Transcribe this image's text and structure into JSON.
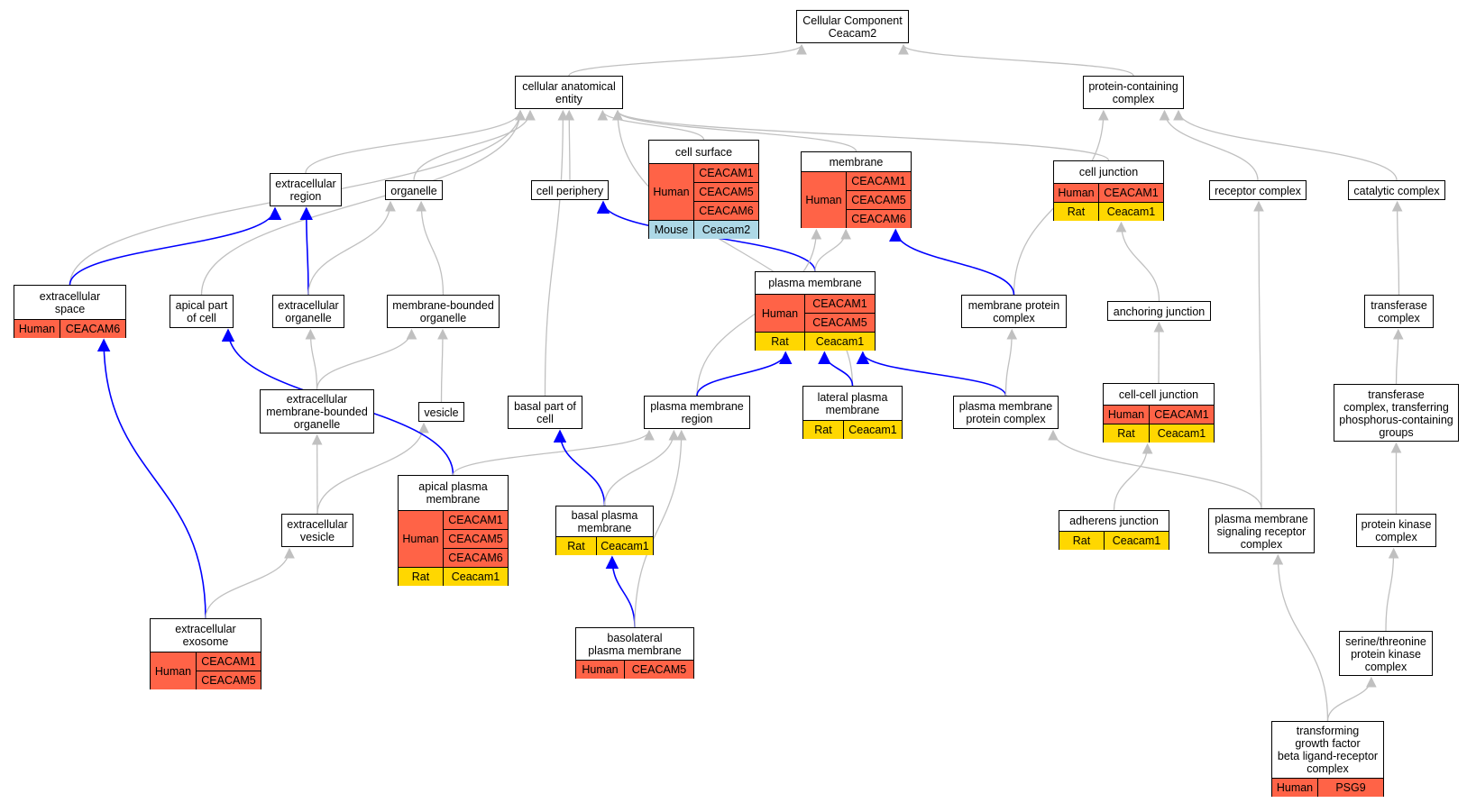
{
  "colors": {
    "human": "#ff6347",
    "rat": "#ffd700",
    "mouse": "#add8e6",
    "edge_is_a": "#c0c0c0",
    "edge_part_of": "#0000ff"
  },
  "nodes": {
    "cellular_component": {
      "title": "Cellular Component\nCeacam2"
    },
    "cellular_anatomical_entity": {
      "title": "cellular anatomical\nentity"
    },
    "protein_containing_complex": {
      "title": "protein-containing\ncomplex"
    },
    "cell_surface": {
      "title": "cell surface",
      "annotations": [
        {
          "species": "Human",
          "genes": [
            "CEACAM1",
            "CEACAM5",
            "CEACAM6"
          ]
        },
        {
          "species": "Mouse",
          "genes": [
            "Ceacam2"
          ]
        }
      ]
    },
    "membrane": {
      "title": "membrane",
      "annotations": [
        {
          "species": "Human",
          "genes": [
            "CEACAM1",
            "CEACAM5",
            "CEACAM6"
          ]
        }
      ]
    },
    "cell_junction": {
      "title": "cell junction",
      "annotations": [
        {
          "species": "Human",
          "genes": [
            "CEACAM1"
          ]
        },
        {
          "species": "Rat",
          "genes": [
            "Ceacam1"
          ]
        }
      ]
    },
    "extracellular_region": {
      "title": "extracellular\nregion"
    },
    "organelle": {
      "title": "organelle"
    },
    "cell_periphery": {
      "title": "cell periphery"
    },
    "receptor_complex": {
      "title": "receptor complex"
    },
    "catalytic_complex": {
      "title": "catalytic complex"
    },
    "extracellular_space": {
      "title": "extracellular\nspace",
      "annotations": [
        {
          "species": "Human",
          "genes": [
            "CEACAM6"
          ]
        }
      ]
    },
    "apical_part_of_cell": {
      "title": "apical part\nof cell"
    },
    "extracellular_organelle": {
      "title": "extracellular\norganelle"
    },
    "membrane_bounded_organelle": {
      "title": "membrane-bounded\norganelle"
    },
    "plasma_membrane": {
      "title": "plasma membrane",
      "annotations": [
        {
          "species": "Human",
          "genes": [
            "CEACAM1",
            "CEACAM5"
          ]
        },
        {
          "species": "Rat",
          "genes": [
            "Ceacam1"
          ]
        }
      ]
    },
    "membrane_protein_complex": {
      "title": "membrane protein\ncomplex"
    },
    "anchoring_junction": {
      "title": "anchoring junction"
    },
    "transferase_complex": {
      "title": "transferase\ncomplex"
    },
    "extracellular_membrane_bounded_organelle": {
      "title": "extracellular\nmembrane-bounded\norganelle"
    },
    "vesicle": {
      "title": "vesicle"
    },
    "basal_part_of_cell": {
      "title": "basal part of\ncell"
    },
    "plasma_membrane_region": {
      "title": "plasma membrane\nregion"
    },
    "lateral_plasma_membrane": {
      "title": "lateral plasma\nmembrane",
      "annotations": [
        {
          "species": "Rat",
          "genes": [
            "Ceacam1"
          ]
        }
      ]
    },
    "plasma_membrane_protein_complex": {
      "title": "plasma membrane\nprotein complex"
    },
    "cell_cell_junction": {
      "title": "cell-cell junction",
      "annotations": [
        {
          "species": "Human",
          "genes": [
            "CEACAM1"
          ]
        },
        {
          "species": "Rat",
          "genes": [
            "Ceacam1"
          ]
        }
      ]
    },
    "transferase_complex_phospho": {
      "title": "transferase\ncomplex, transferring\nphosphorus-containing\ngroups"
    },
    "apical_plasma_membrane": {
      "title": "apical plasma\nmembrane",
      "annotations": [
        {
          "species": "Human",
          "genes": [
            "CEACAM1",
            "CEACAM5",
            "CEACAM6"
          ]
        },
        {
          "species": "Rat",
          "genes": [
            "Ceacam1"
          ]
        }
      ]
    },
    "extracellular_vesicle": {
      "title": "extracellular\nvesicle"
    },
    "basal_plasma_membrane": {
      "title": "basal plasma\nmembrane",
      "annotations": [
        {
          "species": "Rat",
          "genes": [
            "Ceacam1"
          ]
        }
      ]
    },
    "adherens_junction": {
      "title": "adherens junction",
      "annotations": [
        {
          "species": "Rat",
          "genes": [
            "Ceacam1"
          ]
        }
      ]
    },
    "pm_signaling_receptor_complex": {
      "title": "plasma membrane\nsignaling receptor\ncomplex"
    },
    "protein_kinase_complex": {
      "title": "protein kinase\ncomplex"
    },
    "extracellular_exosome": {
      "title": "extracellular\nexosome",
      "annotations": [
        {
          "species": "Human",
          "genes": [
            "CEACAM1",
            "CEACAM5"
          ]
        }
      ]
    },
    "basolateral_plasma_membrane": {
      "title": "basolateral\nplasma membrane",
      "annotations": [
        {
          "species": "Human",
          "genes": [
            "CEACAM5"
          ]
        }
      ]
    },
    "ser_thr_protein_kinase_complex": {
      "title": "serine/threonine\nprotein kinase\ncomplex"
    },
    "tgf_beta_receptor_complex": {
      "title": "transforming\ngrowth factor\nbeta ligand-receptor\ncomplex",
      "annotations": [
        {
          "species": "Human",
          "genes": [
            "PSG9"
          ]
        }
      ]
    }
  },
  "edges": [
    {
      "from": "cellular_anatomical_entity",
      "to": "cellular_component",
      "type": "is_a"
    },
    {
      "from": "protein_containing_complex",
      "to": "cellular_component",
      "type": "is_a"
    },
    {
      "from": "extracellular_space",
      "to": "cellular_anatomical_entity",
      "type": "is_a"
    },
    {
      "from": "extracellular_region",
      "to": "cellular_anatomical_entity",
      "type": "is_a"
    },
    {
      "from": "apical_part_of_cell",
      "to": "cellular_anatomical_entity",
      "type": "is_a"
    },
    {
      "from": "organelle",
      "to": "cellular_anatomical_entity",
      "type": "is_a"
    },
    {
      "from": "basal_part_of_cell",
      "to": "cellular_anatomical_entity",
      "type": "is_a"
    },
    {
      "from": "cell_periphery",
      "to": "cellular_anatomical_entity",
      "type": "is_a"
    },
    {
      "from": "cell_surface",
      "to": "cellular_anatomical_entity",
      "type": "is_a"
    },
    {
      "from": "membrane",
      "to": "cellular_anatomical_entity",
      "type": "is_a"
    },
    {
      "from": "lateral_plasma_membrane",
      "to": "cellular_anatomical_entity",
      "type": "is_a"
    },
    {
      "from": "cell_junction",
      "to": "cellular_anatomical_entity",
      "type": "is_a"
    },
    {
      "from": "membrane_protein_complex",
      "to": "protein_containing_complex",
      "type": "is_a"
    },
    {
      "from": "receptor_complex",
      "to": "protein_containing_complex",
      "type": "is_a"
    },
    {
      "from": "catalytic_complex",
      "to": "protein_containing_complex",
      "type": "is_a"
    },
    {
      "from": "extracellular_space",
      "to": "extracellular_region",
      "type": "part_of"
    },
    {
      "from": "extracellular_organelle",
      "to": "extracellular_region",
      "type": "part_of"
    },
    {
      "from": "extracellular_organelle",
      "to": "organelle",
      "type": "is_a"
    },
    {
      "from": "membrane_bounded_organelle",
      "to": "organelle",
      "type": "is_a"
    },
    {
      "from": "plasma_membrane",
      "to": "cell_periphery",
      "type": "part_of"
    },
    {
      "from": "plasma_membrane",
      "to": "membrane",
      "type": "is_a"
    },
    {
      "from": "membrane_protein_complex",
      "to": "membrane",
      "type": "part_of"
    },
    {
      "from": "plasma_membrane_region",
      "to": "membrane",
      "type": "is_a"
    },
    {
      "from": "anchoring_junction",
      "to": "cell_junction",
      "type": "is_a"
    },
    {
      "from": "transferase_complex",
      "to": "catalytic_complex",
      "type": "is_a"
    },
    {
      "from": "pm_signaling_receptor_complex",
      "to": "receptor_complex",
      "type": "is_a"
    },
    {
      "from": "extracellular_membrane_bounded_organelle",
      "to": "extracellular_organelle",
      "type": "is_a"
    },
    {
      "from": "extracellular_membrane_bounded_organelle",
      "to": "membrane_bounded_organelle",
      "type": "is_a"
    },
    {
      "from": "vesicle",
      "to": "membrane_bounded_organelle",
      "type": "is_a"
    },
    {
      "from": "plasma_membrane_region",
      "to": "plasma_membrane",
      "type": "part_of"
    },
    {
      "from": "lateral_plasma_membrane",
      "to": "plasma_membrane",
      "type": "part_of"
    },
    {
      "from": "plasma_membrane_protein_complex",
      "to": "plasma_membrane",
      "type": "part_of"
    },
    {
      "from": "plasma_membrane_protein_complex",
      "to": "membrane_protein_complex",
      "type": "is_a"
    },
    {
      "from": "cell_cell_junction",
      "to": "anchoring_junction",
      "type": "is_a"
    },
    {
      "from": "transferase_complex_phospho",
      "to": "transferase_complex",
      "type": "is_a"
    },
    {
      "from": "extracellular_vesicle",
      "to": "extracellular_membrane_bounded_organelle",
      "type": "is_a"
    },
    {
      "from": "extracellular_vesicle",
      "to": "vesicle",
      "type": "is_a"
    },
    {
      "from": "apical_plasma_membrane",
      "to": "apical_part_of_cell",
      "type": "part_of"
    },
    {
      "from": "apical_plasma_membrane",
      "to": "plasma_membrane_region",
      "type": "is_a"
    },
    {
      "from": "basal_plasma_membrane",
      "to": "basal_part_of_cell",
      "type": "part_of"
    },
    {
      "from": "basal_plasma_membrane",
      "to": "plasma_membrane_region",
      "type": "is_a"
    },
    {
      "from": "adherens_junction",
      "to": "cell_cell_junction",
      "type": "is_a"
    },
    {
      "from": "pm_signaling_receptor_complex",
      "to": "plasma_membrane_protein_complex",
      "type": "is_a"
    },
    {
      "from": "protein_kinase_complex",
      "to": "transferase_complex_phospho",
      "type": "is_a"
    },
    {
      "from": "extracellular_exosome",
      "to": "extracellular_space",
      "type": "part_of"
    },
    {
      "from": "extracellular_exosome",
      "to": "extracellular_vesicle",
      "type": "is_a"
    },
    {
      "from": "basolateral_plasma_membrane",
      "to": "basal_plasma_membrane",
      "type": "part_of"
    },
    {
      "from": "basolateral_plasma_membrane",
      "to": "plasma_membrane_region",
      "type": "is_a"
    },
    {
      "from": "ser_thr_protein_kinase_complex",
      "to": "protein_kinase_complex",
      "type": "is_a"
    },
    {
      "from": "tgf_beta_receptor_complex",
      "to": "pm_signaling_receptor_complex",
      "type": "is_a"
    },
    {
      "from": "tgf_beta_receptor_complex",
      "to": "ser_thr_protein_kinase_complex",
      "type": "is_a"
    }
  ]
}
